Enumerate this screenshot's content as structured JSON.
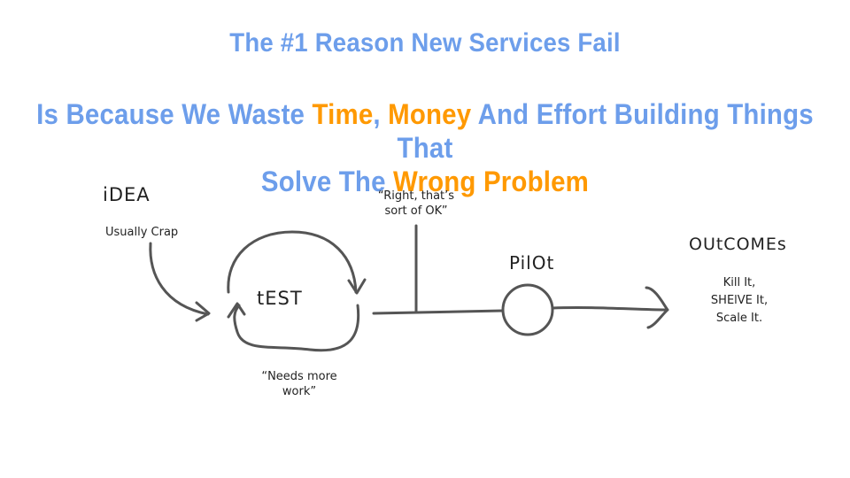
{
  "title": {
    "line1": "The #1 Reason New Services Fail",
    "line2_a": "Is Because We Waste ",
    "line2_time": "Time",
    "line2_b": ", ",
    "line2_money": "Money",
    "line2_c": " And Effort Building Things That",
    "line3_a": "Solve The ",
    "line3_wrong": "Wrong Problem"
  },
  "colors": {
    "title": "#6d9eeb",
    "highlight": "#ff9900",
    "ink": "#555555"
  },
  "diagram": {
    "idea_label": "iDEA",
    "idea_note": "Usually Crap",
    "test_label": "tEST",
    "ok_note_line1": "“Right, that’s",
    "ok_note_line2": "sort of OK”",
    "work_note_line1": "“Needs more",
    "work_note_line2": "work”",
    "pilot_label": "PilOt",
    "outcomes_label": "OUtCOMEs",
    "outcome_1": "Kill It,",
    "outcome_2": "SHElVE It,",
    "outcome_3": "Scale It."
  }
}
